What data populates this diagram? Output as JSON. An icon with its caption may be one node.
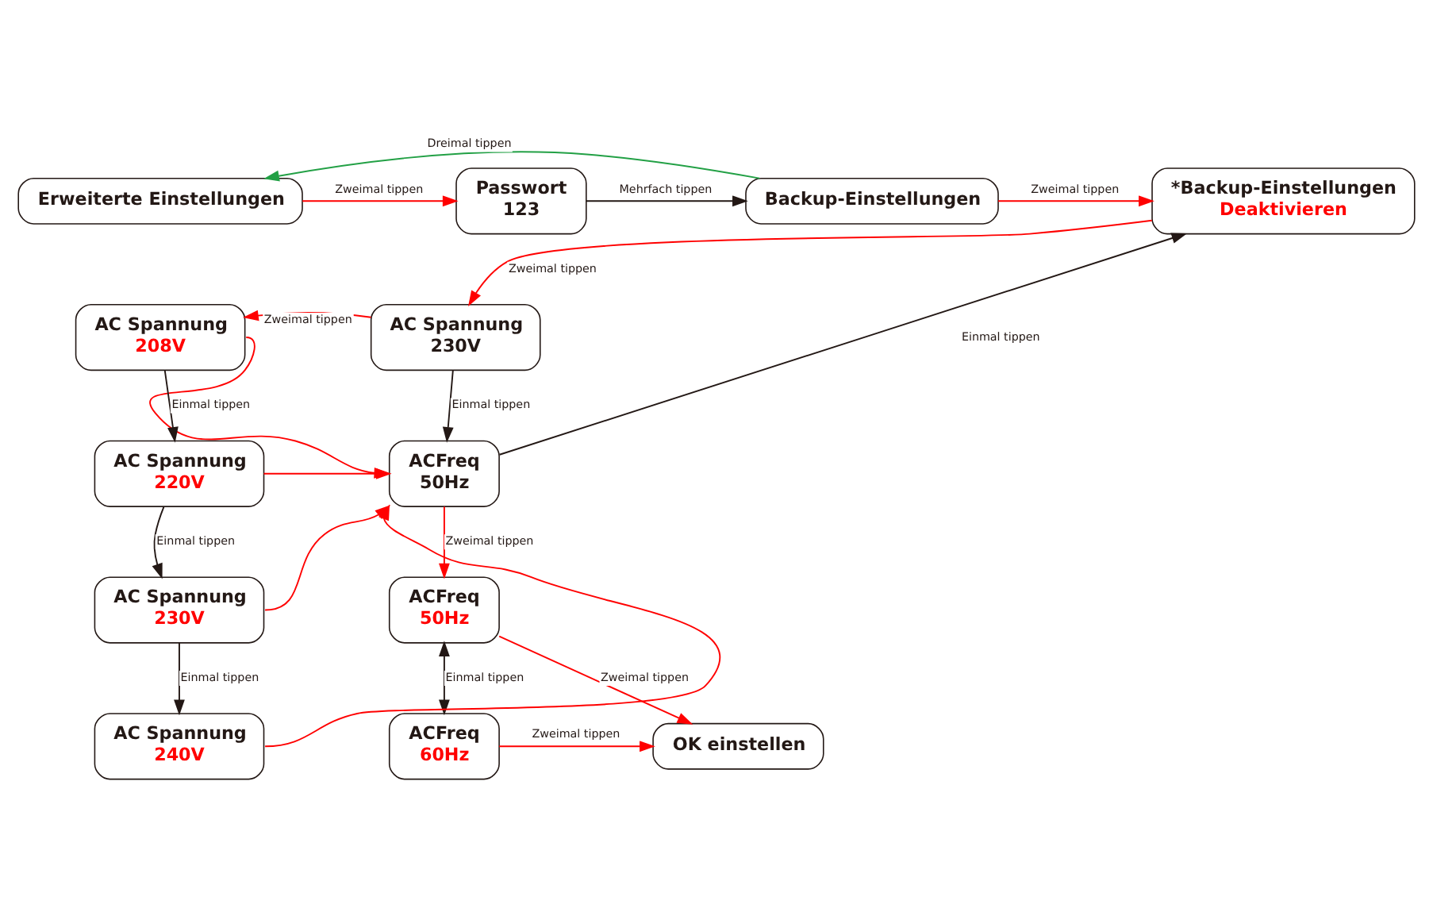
{
  "diagram": {
    "nodes": [
      {
        "text": [
          "Erweiterte Einstellungen"
        ]
      },
      {
        "text": [
          "Passwort",
          "123"
        ]
      },
      {
        "text": [
          "Backup-Einstellungen"
        ]
      },
      {
        "text": [
          "*Backup-Einstellungen",
          "Deaktivieren"
        ]
      },
      {
        "text": [
          "AC Spannung",
          "230V"
        ]
      },
      {
        "text": [
          "AC Spannung",
          "208V"
        ]
      },
      {
        "text": [
          "ACFreq",
          "50Hz"
        ]
      },
      {
        "text": [
          "AC Spannung",
          "220V"
        ]
      },
      {
        "text": [
          "ACFreq",
          "50Hz"
        ]
      },
      {
        "text": [
          "AC Spannung",
          "230V"
        ]
      },
      {
        "text": [
          "ACFreq",
          "60Hz"
        ]
      },
      {
        "text": [
          "AC Spannung",
          "240V"
        ]
      },
      {
        "text": [
          "OK einstellen"
        ]
      }
    ],
    "edges": [
      {
        "from": 0,
        "to": 1,
        "arrow": "to",
        "label": "Zweimal tippen"
      },
      {
        "from": 1,
        "to": 2,
        "arrow": "to",
        "label": "Mehrfach tippen",
        "color": "#231815"
      },
      {
        "from": 2,
        "to": 0,
        "arrow": "to",
        "label": "Dreimal tippen",
        "color": "#22a045"
      },
      {
        "from": 2,
        "to": 3,
        "arrow": "to",
        "label": "Zweimal tippen"
      },
      {
        "from": 3,
        "to": 4,
        "arrow": "to",
        "label": "Zweimal tippen"
      },
      {
        "from": 4,
        "to": 5,
        "arrow": "to",
        "label": "Zweimal tippen"
      },
      {
        "from": 4,
        "to": 6,
        "arrow": "to",
        "label": "Einmal tippen",
        "color": "#231815"
      },
      {
        "from": 5,
        "to": 7,
        "arrow": "to",
        "label": "Einmal tippen",
        "color": "#231815"
      },
      {
        "from": 7,
        "to": 9,
        "arrow": "to",
        "label": "Einmal tippen",
        "color": "#231815"
      },
      {
        "from": 9,
        "to": 11,
        "arrow": "to",
        "label": "Einmal tippen",
        "color": "#231815"
      },
      {
        "from": 5,
        "to": 6,
        "arrow": "to"
      },
      {
        "from": 7,
        "to": 6,
        "arrow": "to"
      },
      {
        "from": 9,
        "to": 6,
        "arrow": "to"
      },
      {
        "from": 11,
        "to": 6,
        "arrow": "to"
      },
      {
        "from": 6,
        "to": 3,
        "arrow": "to",
        "label": "Einmal tippen",
        "color": "#231815"
      },
      {
        "from": 6,
        "to": 8,
        "arrow": "to",
        "label": "Zweimal tippen"
      },
      {
        "from": 8,
        "to": 10,
        "arrow": "both",
        "label": "Einmal tippen",
        "color": "#231815"
      },
      {
        "from": 8,
        "to": 12,
        "arrow": "to",
        "label": "Zweimal tippen"
      },
      {
        "from": 10,
        "to": 12,
        "arrow": "to",
        "label": "Zweimal tippen"
      }
    ]
  }
}
